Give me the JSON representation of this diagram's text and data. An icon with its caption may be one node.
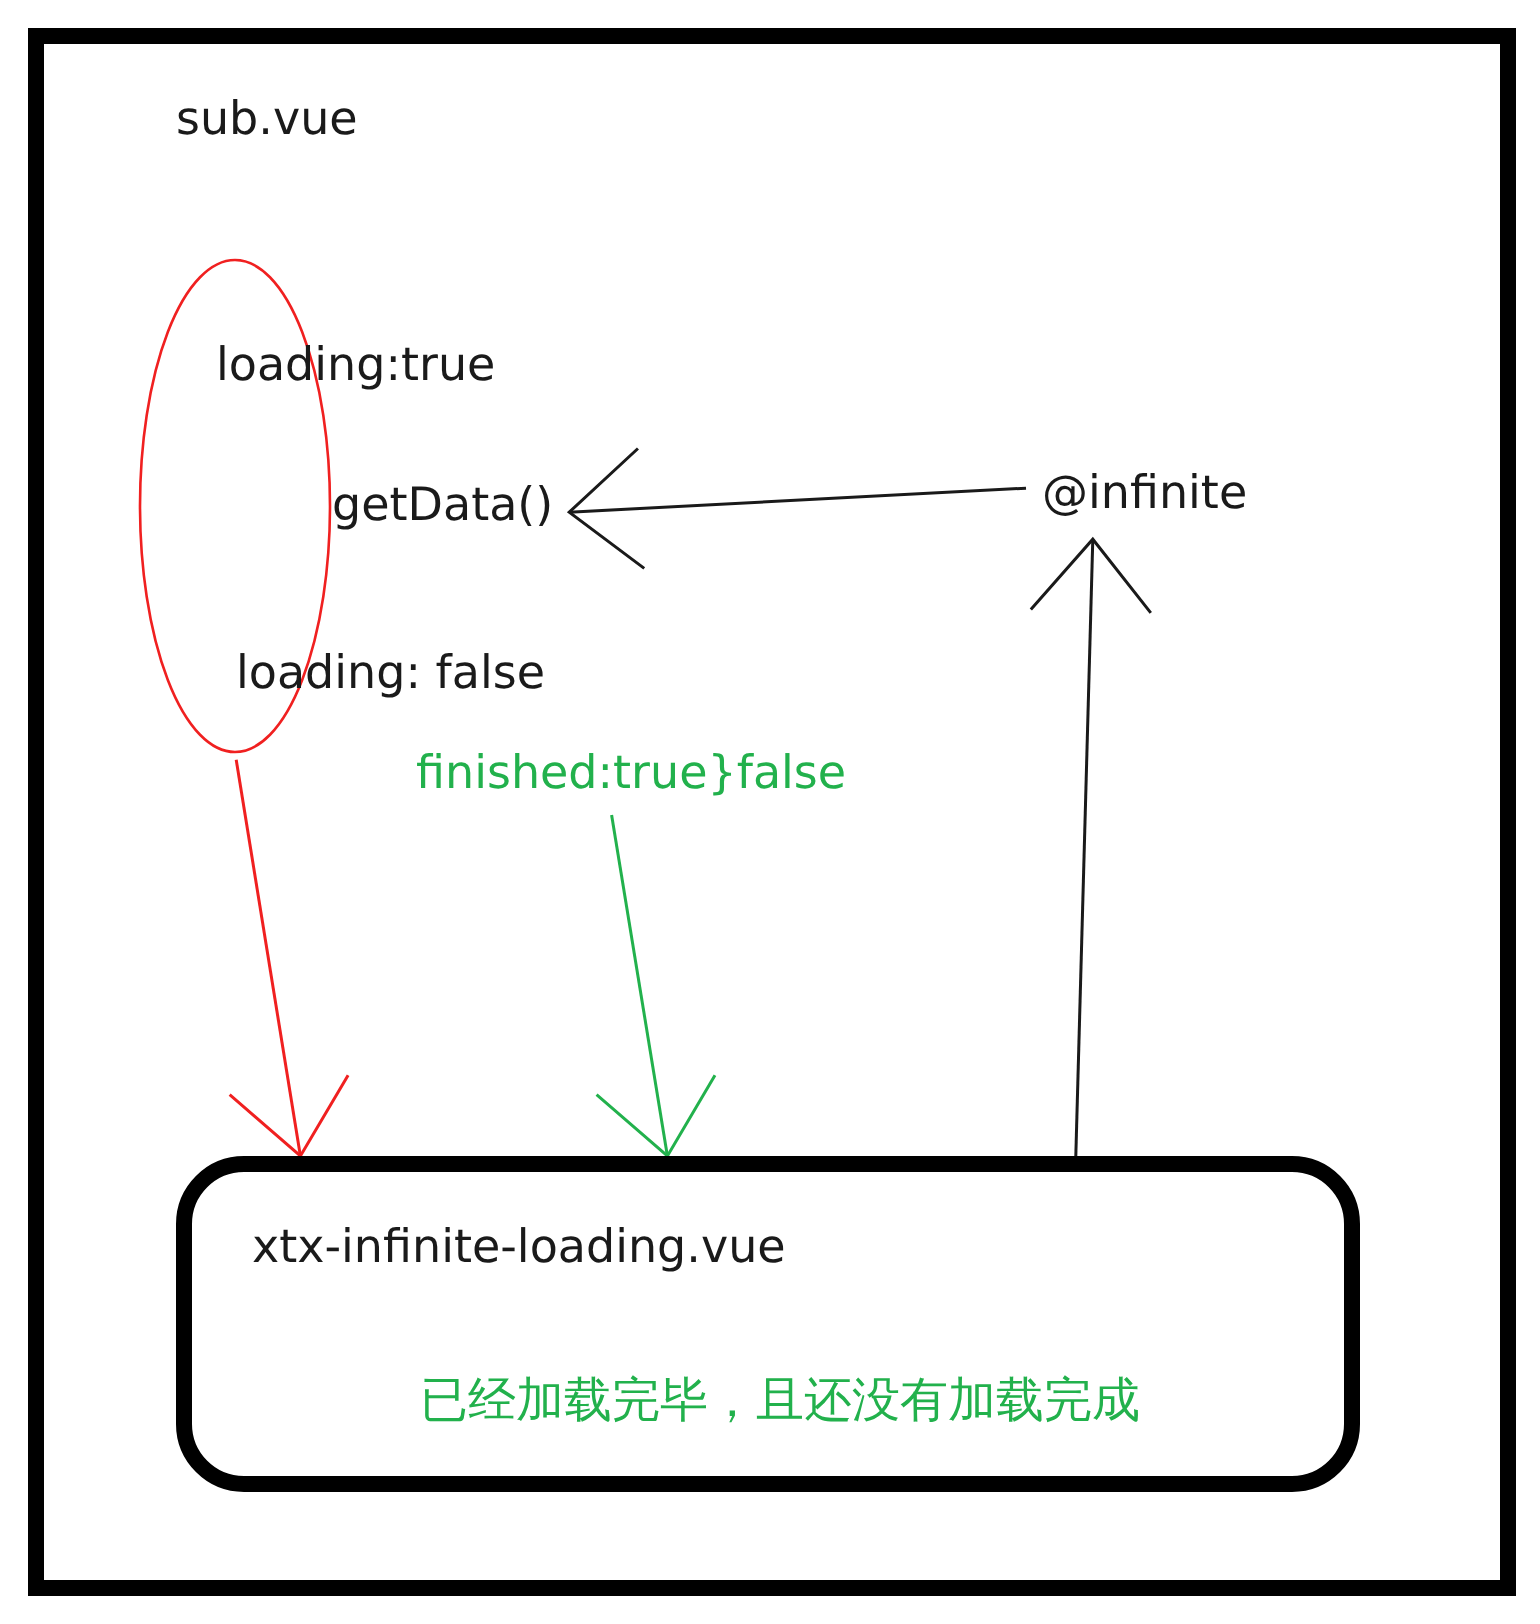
{
  "diagram": {
    "nodes": [
      {
        "text": [
          "sub.vue"
        ]
      },
      {
        "text": [],
        "shape": "ellipse",
        "in": 0
      },
      {
        "text": [
          "getData()"
        ],
        "in": 0
      },
      {
        "text": [
          "@infinite"
        ],
        "in": 0
      },
      {
        "text": [
          "finished:true}false"
        ],
        "in": 0
      },
      {
        "text": [
          "xtx-infinite-loading.vue",
          "已经加载完毕，且还没有加载完成"
        ],
        "in": 0
      }
    ],
    "edges": [
      {
        "from": 3,
        "to": 2,
        "arrow": "to"
      },
      {
        "from": 5,
        "to": 3,
        "arrow": "to"
      },
      {
        "from": 1,
        "to": 5,
        "arrow": "to",
        "color": "#f02020"
      },
      {
        "from": 4,
        "to": 5,
        "arrow": "to",
        "color": "#22b14c"
      }
    ],
    "labels": [
      "loading:true",
      "loading: false"
    ]
  }
}
